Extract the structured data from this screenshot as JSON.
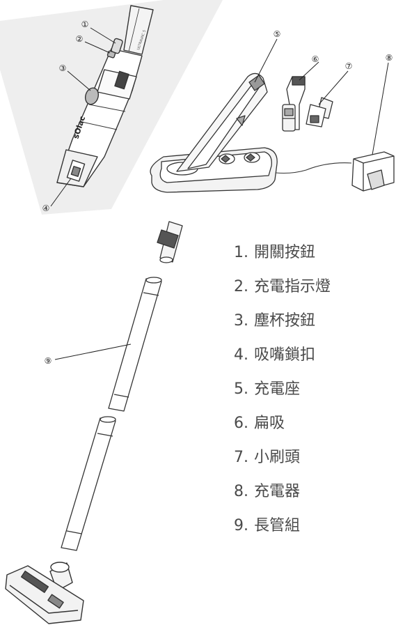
{
  "device": {
    "brand": "sOlac",
    "model": "ULTRAVAC 5"
  },
  "callouts": [
    "①",
    "②",
    "③",
    "④",
    "⑤",
    "⑥",
    "⑦",
    "⑧",
    "⑨"
  ],
  "legend": [
    {
      "num": "1.",
      "text": "開關按鈕"
    },
    {
      "num": "2.",
      "text": "充電指示燈"
    },
    {
      "num": "3.",
      "text": "塵杯按鈕"
    },
    {
      "num": "4.",
      "text": "吸嘴鎖扣"
    },
    {
      "num": "5.",
      "text": "充電座"
    },
    {
      "num": "6.",
      "text": "扁吸"
    },
    {
      "num": "7.",
      "text": "小刷頭"
    },
    {
      "num": "8.",
      "text": "充電器"
    },
    {
      "num": "9.",
      "text": "長管組"
    }
  ]
}
